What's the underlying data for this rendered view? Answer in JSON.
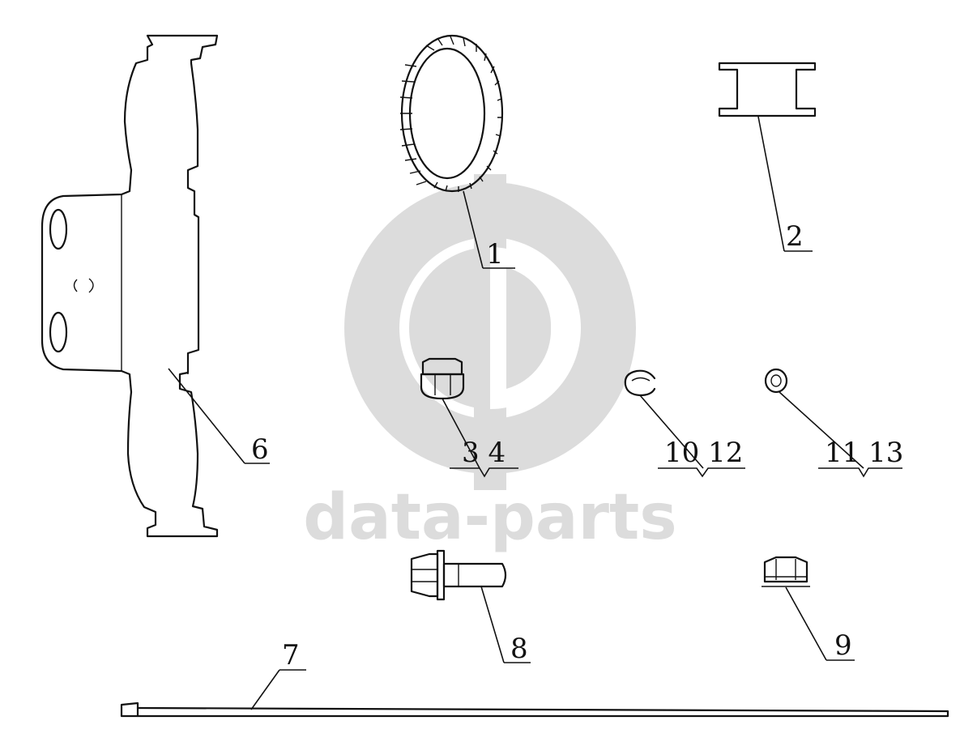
{
  "diagram": {
    "watermark": {
      "text": "data-parts",
      "logo_color": "#dcdcdc",
      "logo_icon": "dp-logo-icon"
    },
    "callouts": {
      "c1": "1",
      "c2": "2",
      "c34": "3 4",
      "c6": "6",
      "c7": "7",
      "c8": "8",
      "c9": "9",
      "c1012": "10 12",
      "c1113": "11 13"
    },
    "parts": [
      {
        "id": "6",
        "icon": "bracket-plate-icon"
      },
      {
        "id": "1",
        "icon": "tone-ring-icon"
      },
      {
        "id": "2",
        "icon": "spacer-sleeve-icon"
      },
      {
        "id": "3 4",
        "icon": "flange-nut-icon"
      },
      {
        "id": "10 12",
        "icon": "spring-clip-icon"
      },
      {
        "id": "11 13",
        "icon": "washer-icon"
      },
      {
        "id": "8",
        "icon": "flange-bolt-icon"
      },
      {
        "id": "9",
        "icon": "hex-nut-icon"
      },
      {
        "id": "7",
        "icon": "cable-tie-icon"
      }
    ]
  }
}
